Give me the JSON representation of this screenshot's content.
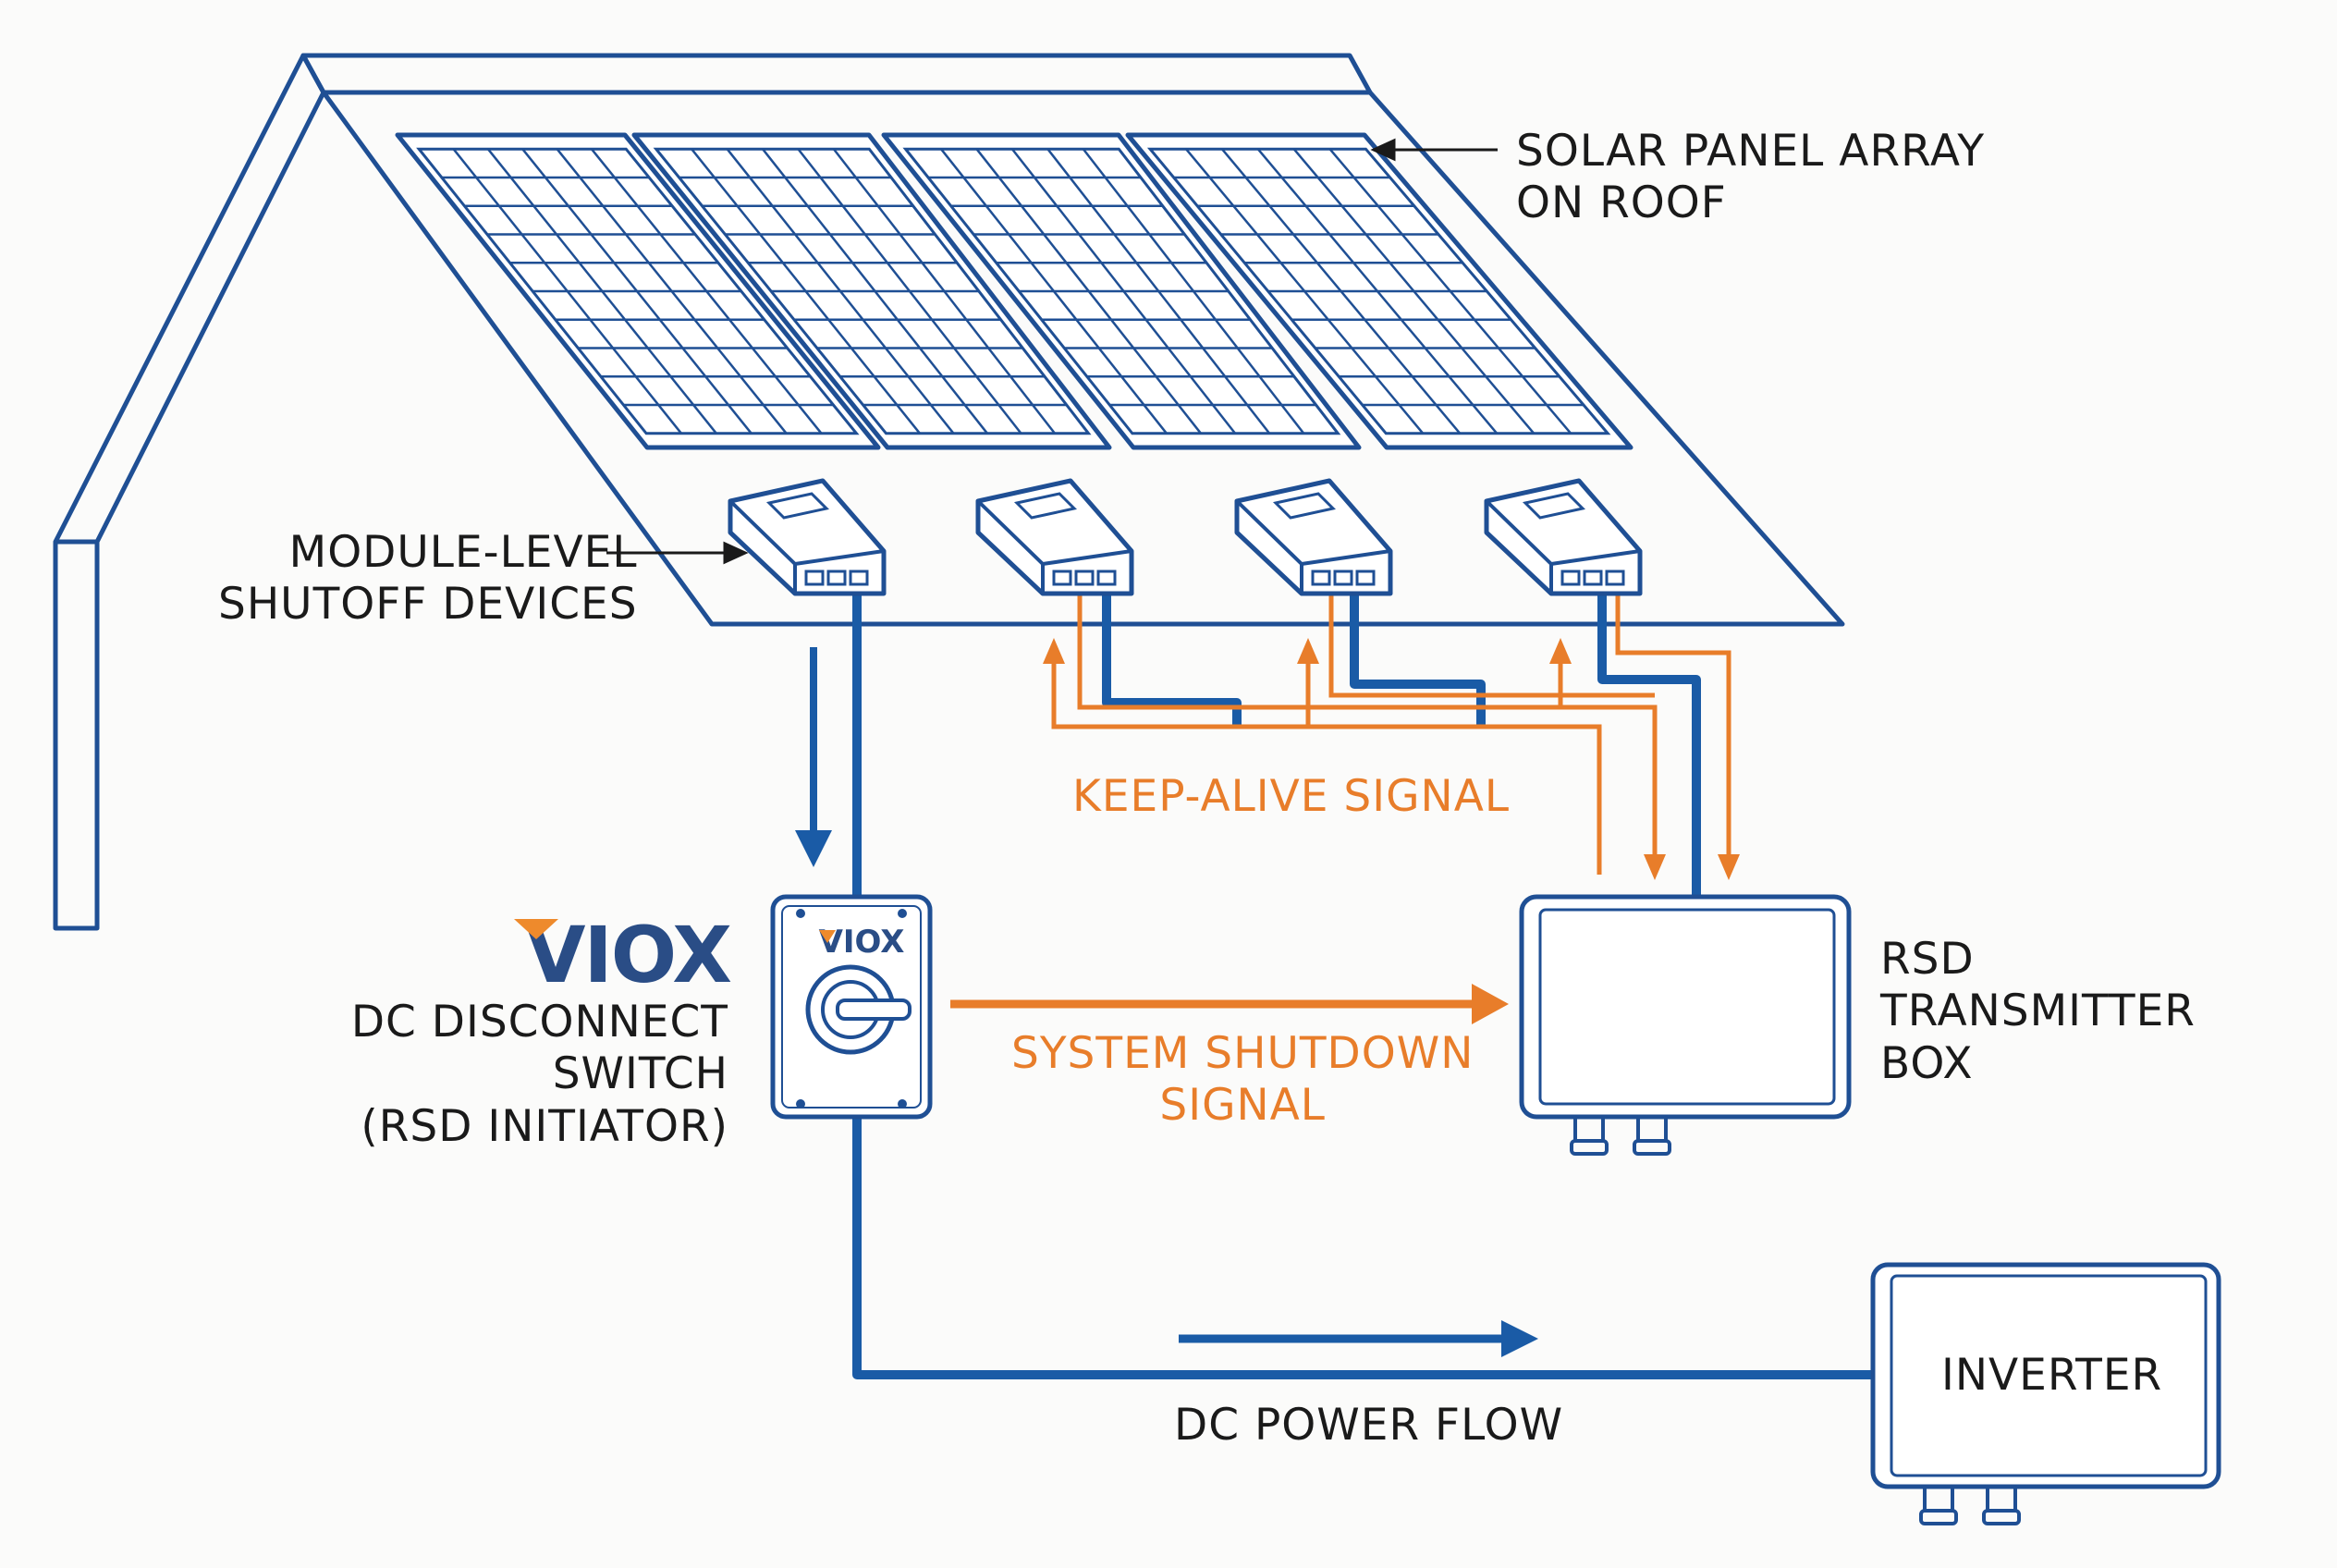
{
  "labels": {
    "solar_array": [
      "SOLAR PANEL ARRAY",
      "ON ROOF"
    ],
    "module_devices": [
      "MODULE-LEVEL",
      "SHUTOFF DEVICES"
    ],
    "keep_alive": "KEEP-ALIVE SIGNAL",
    "dc_disconnect": [
      "DC DISCONNECT",
      "SWITCH",
      "(RSD INITIATOR)"
    ],
    "system_shutdown": [
      "SYSTEM SHUTDOWN",
      "SIGNAL"
    ],
    "rsd_box": [
      "RSD",
      "TRANSMITTER",
      "BOX"
    ],
    "inverter": "INVERTER",
    "dc_power_flow": "DC POWER FLOW"
  },
  "brand": {
    "logo_text": "VIOX",
    "switch_badge": "VIOX"
  },
  "colors": {
    "outline": "#1f4f94",
    "cable": "#1a5ba6",
    "signal": "#e87d2a",
    "brand_blue": "#2a4d86",
    "brand_orange": "#ee8a2c",
    "text": "#1a1a1a"
  }
}
